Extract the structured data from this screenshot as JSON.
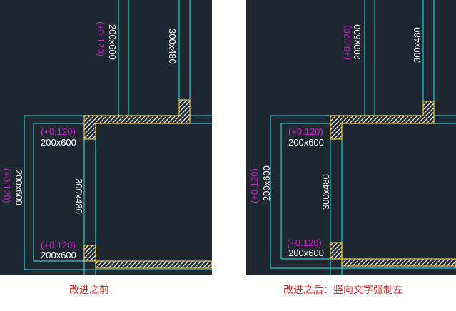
{
  "colors": {
    "background": "#1f2730",
    "beam_line": "#25c7d2",
    "wall_outline": "#e8c43b",
    "elevation_text": "#d020d0",
    "dimension_text": "#ffffff",
    "caption": "#e02020"
  },
  "left_panel": {
    "labels": {
      "top_beam_size": "200x600",
      "top_beam_elev": "(+0.120)",
      "right_beam_size": "300x480",
      "upper_label_elev": "(+0.120)",
      "upper_label_size": "200x600",
      "left_beam_size": "200x600",
      "left_beam_elev": "(+0.120)",
      "inner_beam_size": "300x480",
      "lower_label_elev": "(+0.120)",
      "lower_label_size": "200x600"
    },
    "caption": "改进之前"
  },
  "right_panel": {
    "labels": {
      "top_beam_elev": "(+0.120)",
      "top_beam_size": "200x600",
      "right_beam_size": "300x480",
      "upper_label_elev": "(+0.120)",
      "upper_label_size": "200x600",
      "left_beam_elev": "(+0.120)",
      "left_beam_size": "200x600",
      "inner_beam_size": "300x480",
      "lower_label_elev": "(+0.120)",
      "lower_label_size": "200x600"
    },
    "caption": "改进之后：竖向文字强制左"
  }
}
